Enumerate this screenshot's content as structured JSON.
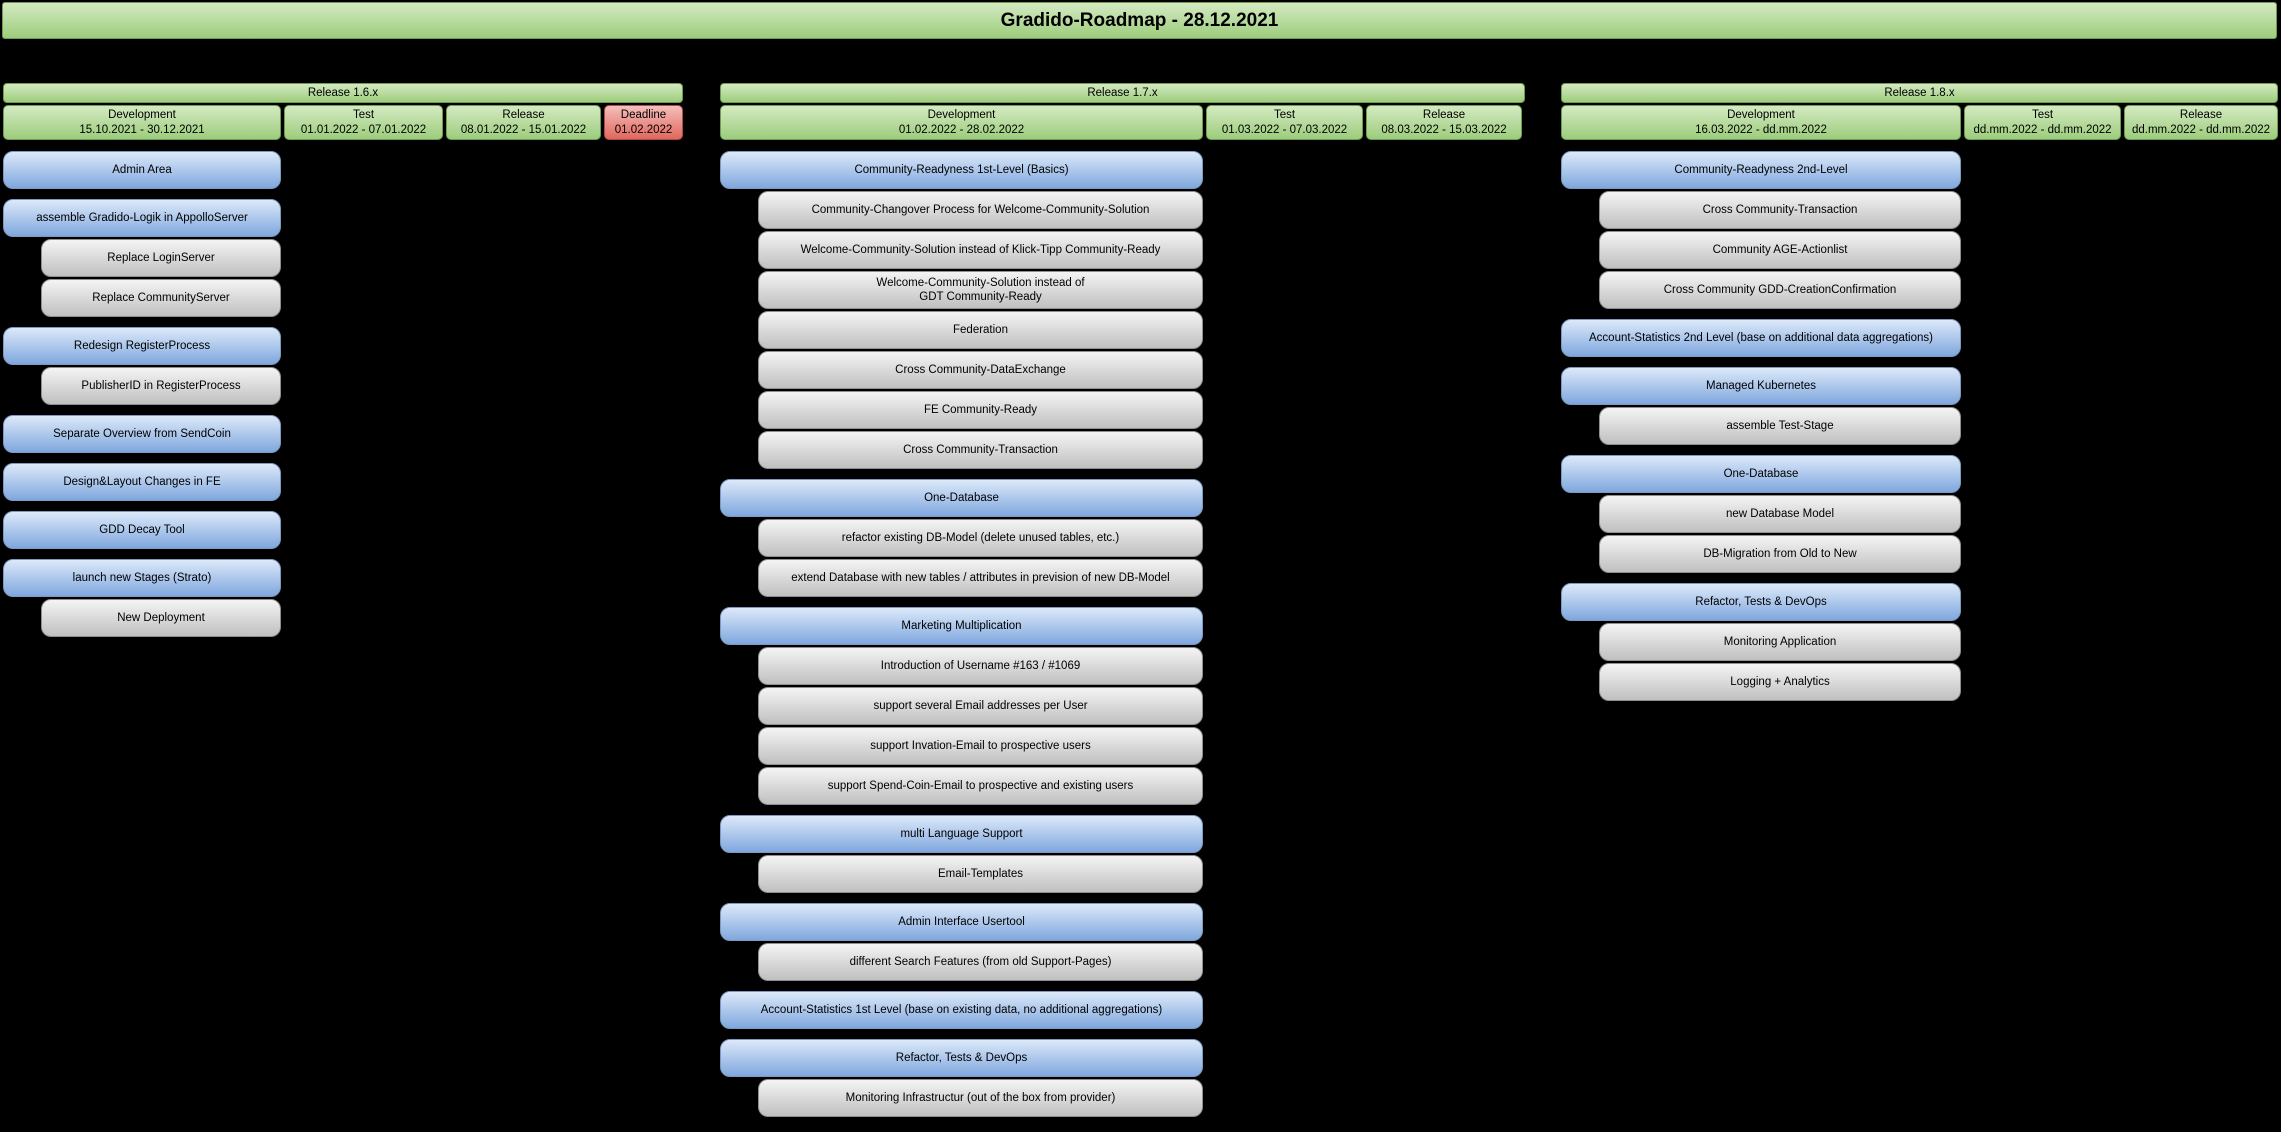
{
  "title": "Gradido-Roadmap - 28.12.2021",
  "colors": {
    "bg": "#000000",
    "text": "#000000",
    "green_top": "#d4eac2",
    "green_bottom": "#9ccd7c",
    "green_border": "#6f9c50",
    "blue_top": "#dce9f9",
    "blue_bottom": "#7fa7de",
    "blue_border": "#7d99bf",
    "gray_top": "#f4f4f4",
    "gray_bottom": "#c0c0c0",
    "gray_border": "#8f8f8f",
    "red_top": "#f5bfbb",
    "red_bottom": "#e1675e",
    "red_border": "#a94e48"
  },
  "releases": [
    {
      "name": "Release 1.6.x",
      "phases": [
        {
          "label": "Development",
          "dates": "15.10.2021 - 30.12.2021",
          "style": "green"
        },
        {
          "label": "Test",
          "dates": "01.01.2022 - 07.01.2022",
          "style": "green"
        },
        {
          "label": "Release",
          "dates": "08.01.2022 - 15.01.2022",
          "style": "green"
        },
        {
          "label": "Deadline",
          "dates": "01.02.2022",
          "style": "red"
        }
      ],
      "groups": [
        {
          "parent": "Admin Area",
          "children": []
        },
        {
          "parent": "assemble Gradido-Logik in AppolloServer",
          "children": [
            "Replace LoginServer",
            "Replace CommunityServer"
          ]
        },
        {
          "parent": "Redesign RegisterProcess",
          "children": [
            "PublisherID in RegisterProcess"
          ]
        },
        {
          "parent": "Separate Overview from SendCoin",
          "children": []
        },
        {
          "parent": "Design&Layout Changes in FE",
          "children": []
        },
        {
          "parent": "GDD Decay Tool",
          "children": []
        },
        {
          "parent": "launch new Stages (Strato)",
          "children": [
            "New Deployment"
          ]
        }
      ]
    },
    {
      "name": "Release 1.7.x",
      "phases": [
        {
          "label": "Development",
          "dates": "01.02.2022 - 28.02.2022",
          "style": "green"
        },
        {
          "label": "Test",
          "dates": "01.03.2022 - 07.03.2022",
          "style": "green"
        },
        {
          "label": "Release",
          "dates": "08.03.2022 - 15.03.2022",
          "style": "green"
        }
      ],
      "groups": [
        {
          "parent": "Community-Readyness 1st-Level (Basics)",
          "children": [
            "Community-Changover Process for Welcome-Community-Solution",
            "Welcome-Community-Solution instead of Klick-Tipp Community-Ready",
            "Welcome-Community-Solution instead of\nGDT Community-Ready",
            "Federation",
            "Cross Community-DataExchange",
            "FE Community-Ready",
            "Cross Community-Transaction"
          ]
        },
        {
          "parent": "One-Database",
          "children": [
            "refactor existing DB-Model (delete unused tables, etc.)",
            "extend Database with new tables / attributes in prevision of new DB-Model"
          ]
        },
        {
          "parent": "Marketing Multiplication",
          "children": [
            "Introduction of Username #163 / #1069",
            "support several Email addresses per User",
            "support Invation-Email to prospective users",
            "support Spend-Coin-Email to prospective and existing users"
          ]
        },
        {
          "parent": "multi Language Support",
          "children": [
            "Email-Templates"
          ]
        },
        {
          "parent": "Admin Interface Usertool",
          "children": [
            "different Search Features (from old Support-Pages)"
          ]
        },
        {
          "parent": "Account-Statistics 1st Level (base on existing data, no additional aggregations)",
          "children": []
        },
        {
          "parent": "Refactor, Tests & DevOps",
          "children": [
            "Monitoring Infrastructur (out of the box from provider)"
          ]
        }
      ]
    },
    {
      "name": "Release 1.8.x",
      "phases": [
        {
          "label": "Development",
          "dates": "16.03.2022 - dd.mm.2022",
          "style": "green"
        },
        {
          "label": "Test",
          "dates": "dd.mm.2022 - dd.mm.2022",
          "style": "green"
        },
        {
          "label": "Release",
          "dates": "dd.mm.2022 - dd.mm.2022",
          "style": "green"
        }
      ],
      "groups": [
        {
          "parent": "Community-Readyness 2nd-Level",
          "children": [
            "Cross Community-Transaction",
            "Community AGE-Actionlist",
            "Cross Community GDD-CreationConfirmation"
          ]
        },
        {
          "parent": "Account-Statistics 2nd Level (base on additional data aggregations)",
          "children": []
        },
        {
          "parent": "Managed Kubernetes",
          "children": [
            "assemble Test-Stage"
          ]
        },
        {
          "parent": "One-Database",
          "children": [
            "new Database Model",
            "DB-Migration from Old to New"
          ]
        },
        {
          "parent": "Refactor, Tests & DevOps",
          "children": [
            "Monitoring Application",
            "Logging + Analytics"
          ]
        }
      ]
    }
  ]
}
